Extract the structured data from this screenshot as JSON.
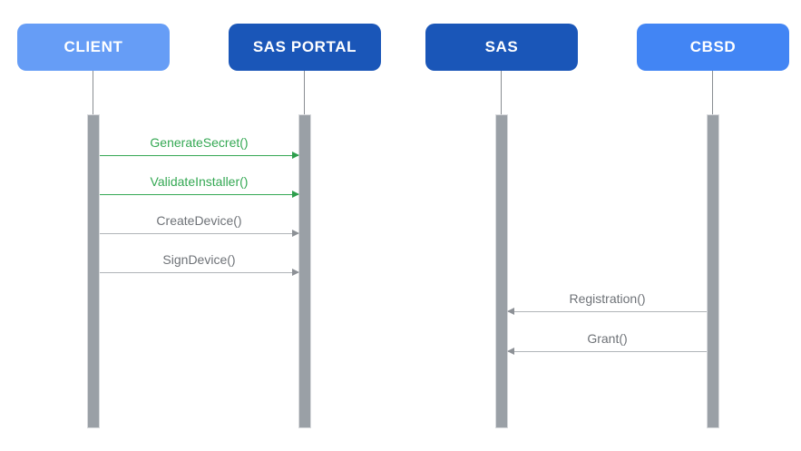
{
  "diagram": {
    "type": "sequence-diagram",
    "actors": [
      {
        "label": "CLIENT",
        "fill": "#669DF6"
      },
      {
        "label": "SAS PORTAL",
        "fill": "#1A56B8"
      },
      {
        "label": "SAS",
        "fill": "#1A56B8"
      },
      {
        "label": "CBSD",
        "fill": "#4285F4"
      }
    ],
    "messages": [
      {
        "label": "GenerateSecret()",
        "from": "CLIENT",
        "to": "SAS PORTAL",
        "direction": "right",
        "color": "#34A853"
      },
      {
        "label": "ValidateInstaller()",
        "from": "CLIENT",
        "to": "SAS PORTAL",
        "direction": "right",
        "color": "#34A853"
      },
      {
        "label": "CreateDevice()",
        "from": "CLIENT",
        "to": "SAS PORTAL",
        "direction": "right",
        "color": "#9AA0A6"
      },
      {
        "label": "SignDevice()",
        "from": "CLIENT",
        "to": "SAS PORTAL",
        "direction": "right",
        "color": "#9AA0A6"
      },
      {
        "label": "Registration()",
        "from": "CBSD",
        "to": "SAS",
        "direction": "left",
        "color": "#9AA0A6"
      },
      {
        "label": "Grant()",
        "from": "CBSD",
        "to": "SAS",
        "direction": "left",
        "color": "#9AA0A6"
      }
    ],
    "colors": {
      "actor_light_blue": "#669DF6",
      "actor_medium_blue": "#4285F4",
      "actor_dark_blue": "#1A56B8",
      "message_green": "#34A853",
      "message_gray": "#9AA0A6",
      "activation_bar": "#9AA0A6",
      "background": "#FFFFFF"
    }
  }
}
